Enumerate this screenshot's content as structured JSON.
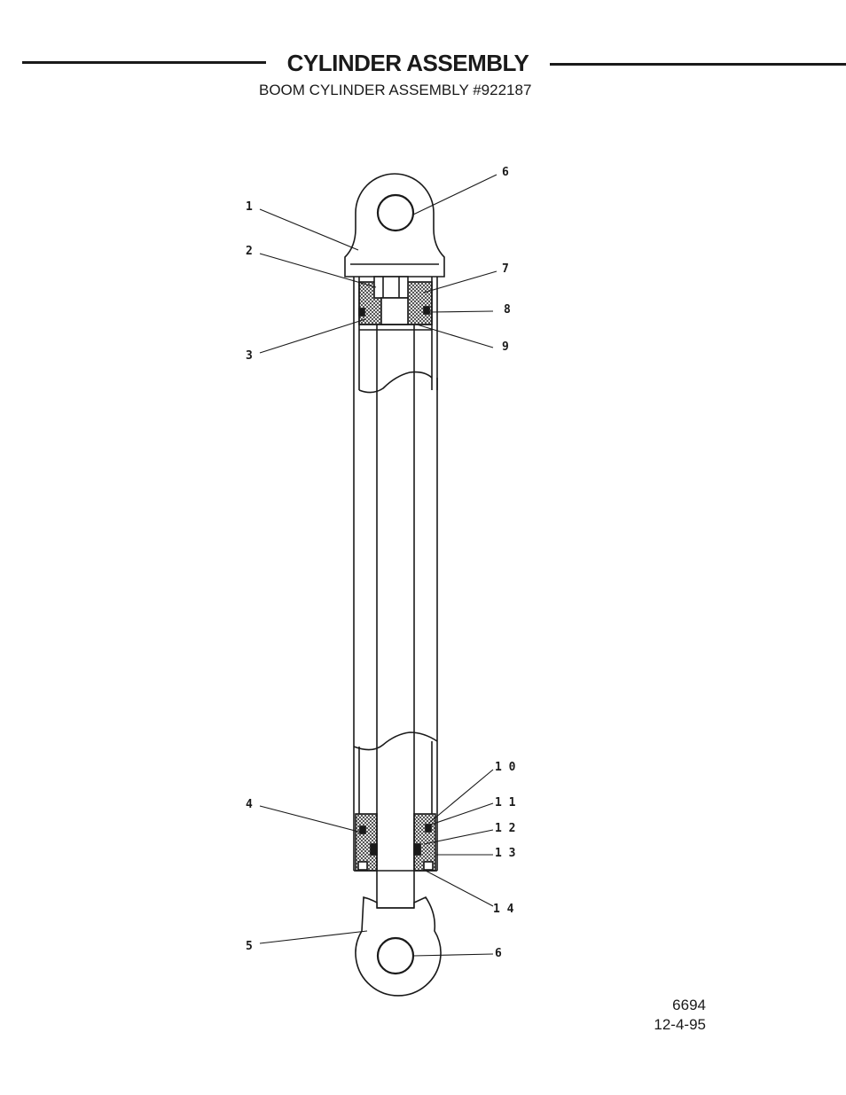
{
  "header": {
    "title": "CYLINDER ASSEMBLY",
    "subtitle": "BOOM CYLINDER ASSEMBLY #922187"
  },
  "callouts": {
    "c1": "1",
    "c2": "2",
    "c3": "3",
    "c4": "4",
    "c5": "5",
    "c6_top": "6",
    "c6_bottom": "6",
    "c7": "7",
    "c8": "8",
    "c9": "9",
    "c10": "1 0",
    "c11": "1 1",
    "c12": "1 2",
    "c13": "1 3",
    "c14": "1 4"
  },
  "footer": {
    "drawing_number": "6694",
    "date": "12-4-95"
  }
}
